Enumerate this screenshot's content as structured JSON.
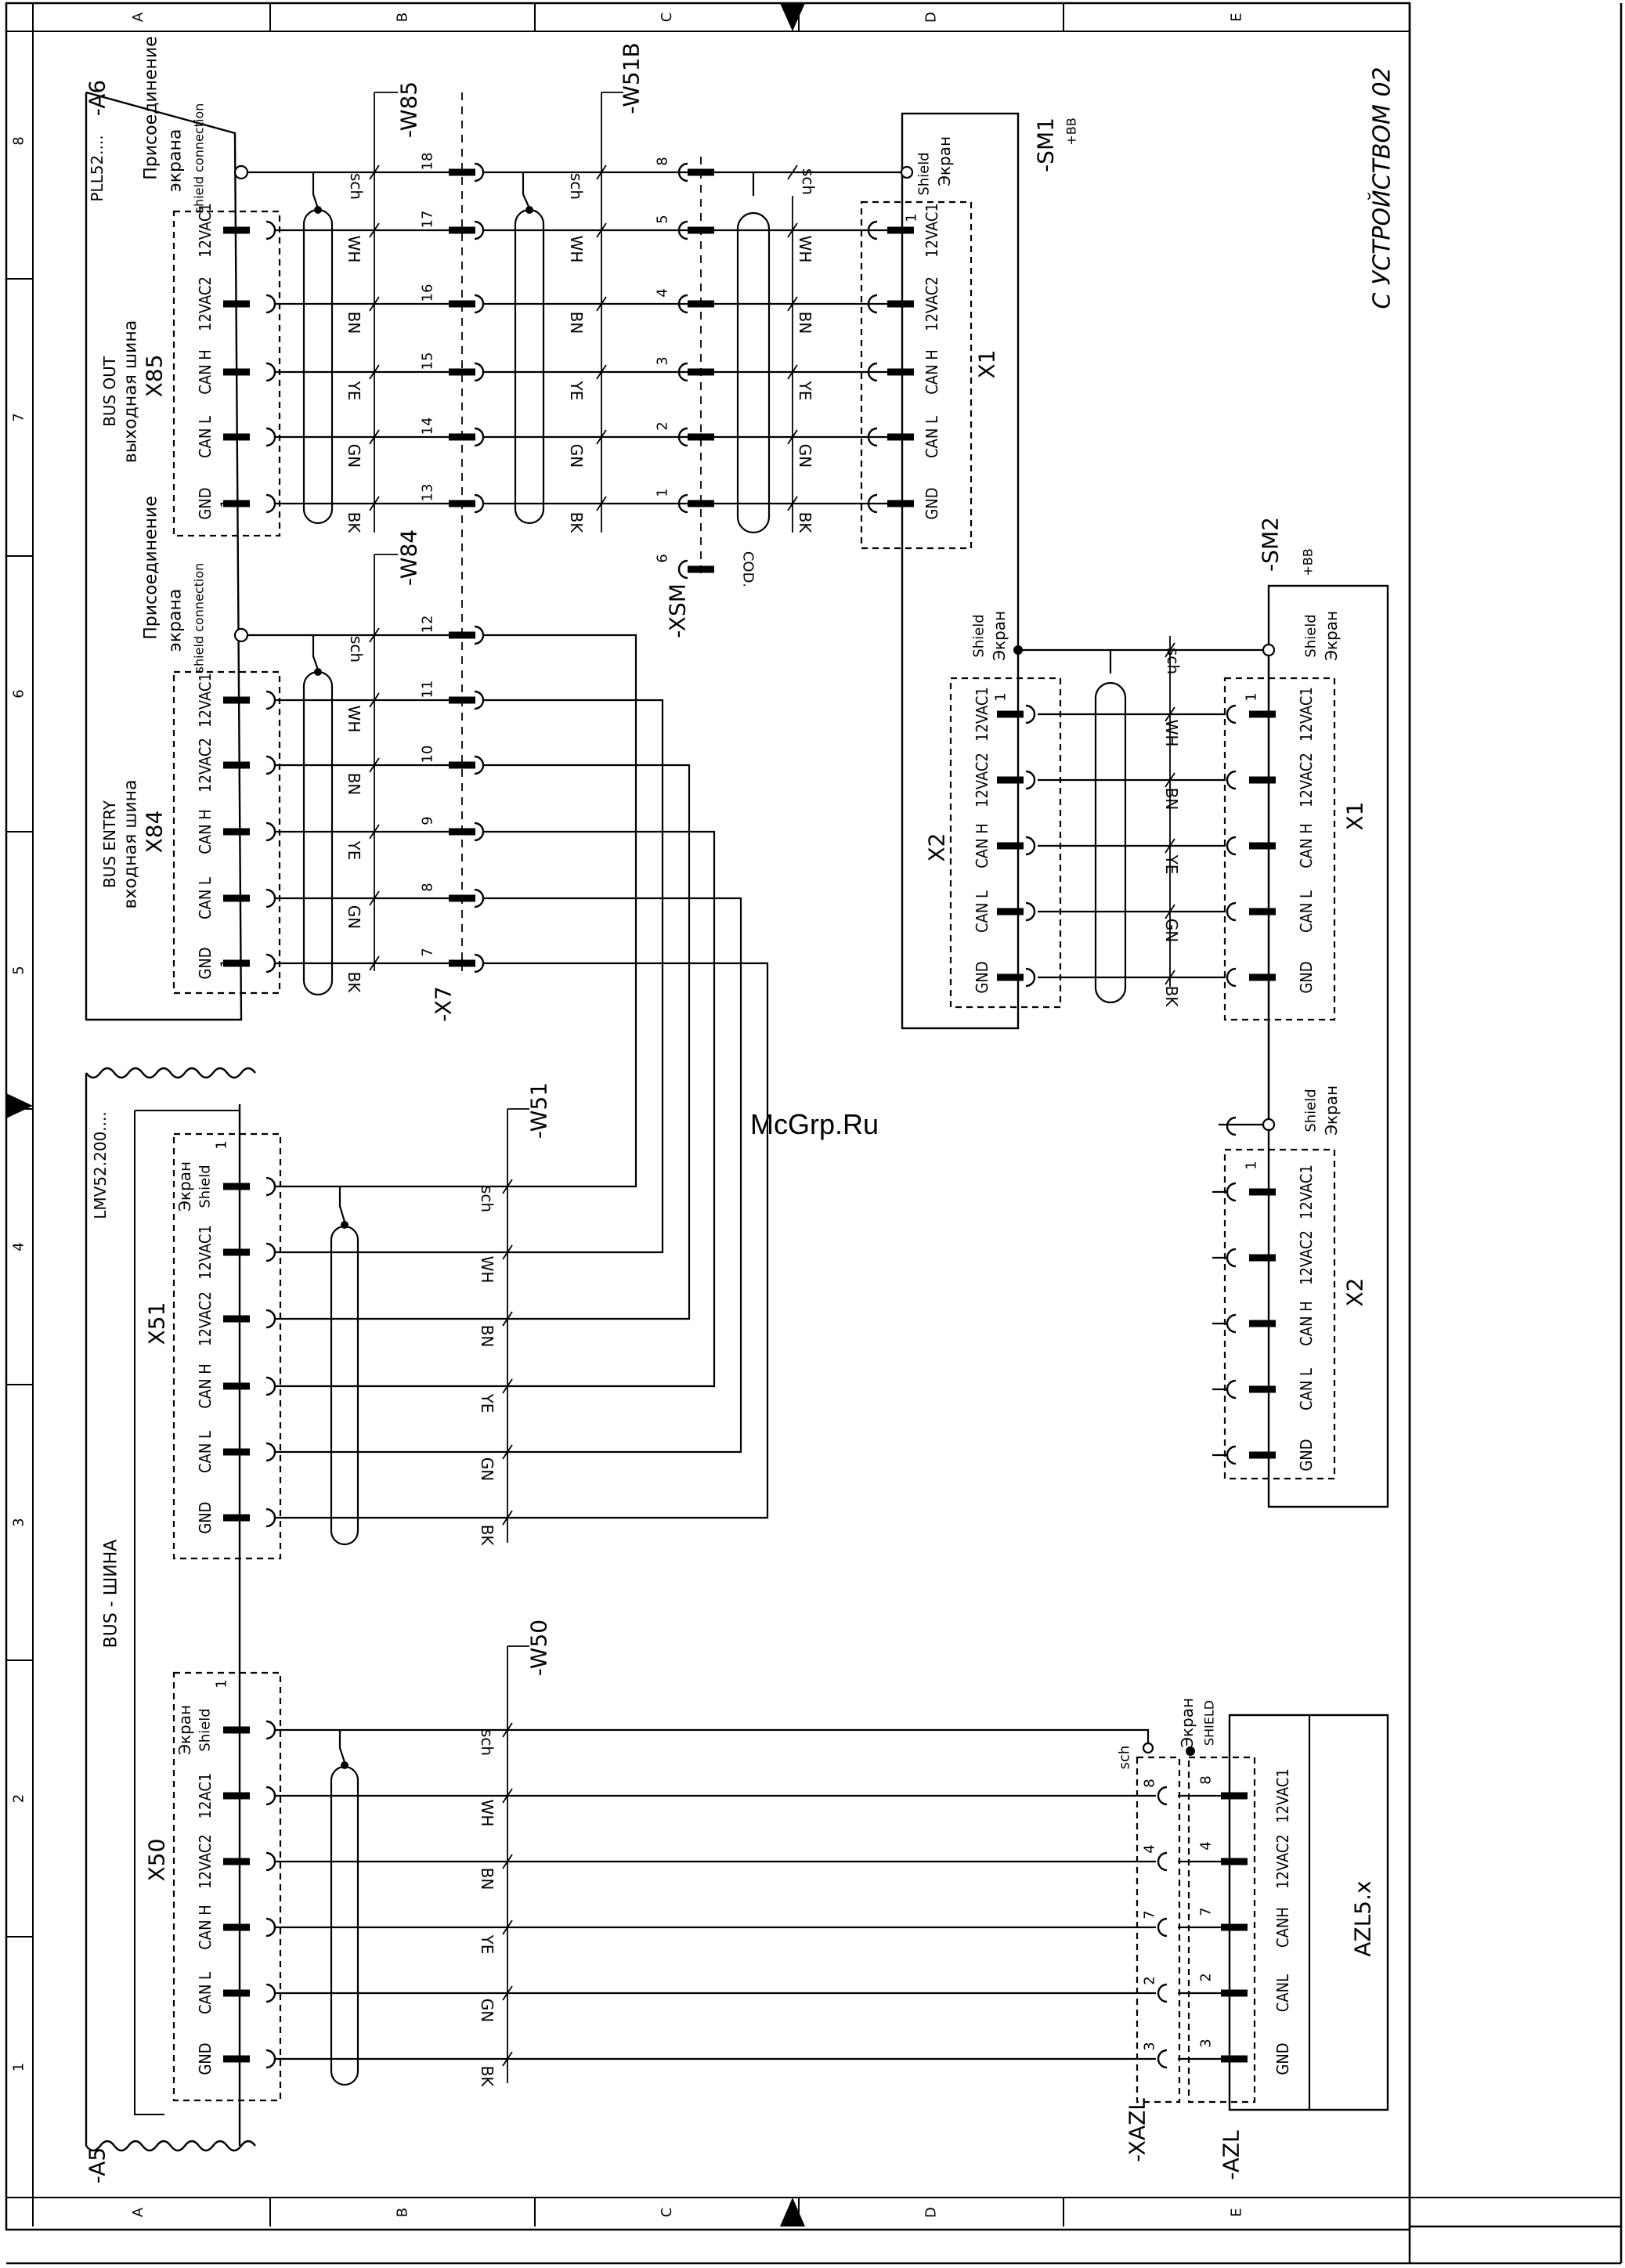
{
  "watermark": "McGrp.Ru",
  "title_note": "С УСТРОЙСТВОМ 02",
  "frame": {
    "columns": [
      "A",
      "B",
      "C",
      "D",
      "E"
    ],
    "rows": [
      "8",
      "7",
      "6",
      "5",
      "4",
      "3",
      "2",
      "1"
    ]
  },
  "devices": {
    "a6": {
      "tag": "-A6",
      "model": "PLL52....",
      "shield_ru": "Присоединение экрана",
      "shield_en": "shield connection"
    },
    "a5": {
      "tag": "-A5",
      "model": "LMV52.200....",
      "bus_label": "BUS - ШИНА"
    },
    "sm1": {
      "tag": "-SM1",
      "loc": "+BB"
    },
    "sm2": {
      "tag": "-SM2",
      "loc": "+BB"
    },
    "azl": {
      "tag": "-AZL",
      "model": "AZL5.x",
      "shield_ru": "Экран",
      "shield_en": "SHIELD"
    }
  },
  "connectors": {
    "x85": {
      "name": "X85",
      "ru": "выходная шина",
      "en": "BUS OUT",
      "pin1": "1",
      "pins": [
        "12VAC1",
        "12VAC2",
        "CAN H",
        "CAN L",
        "GND"
      ]
    },
    "x84": {
      "name": "X84",
      "ru": "входная шина",
      "en": "BUS ENTRY",
      "pin1": "1",
      "pins": [
        "12VAC1",
        "12VAC2",
        "CAN H",
        "CAN L",
        "GND"
      ]
    },
    "x51": {
      "name": "X51",
      "pin1": "1",
      "pins": [
        "Экран Shield",
        "12VAC1",
        "12VAC2",
        "CAN H",
        "CAN L",
        "GND"
      ]
    },
    "x50": {
      "name": "X50",
      "pin1": "1",
      "pins": [
        "Экран Shield",
        "12AC1",
        "12VAC2",
        "CAN H",
        "CAN L",
        "GND"
      ]
    },
    "sm1_x1": {
      "name": "X1",
      "pin1": "1",
      "shield": "Shield Экран",
      "pins": [
        "12VAC1",
        "12VAC2",
        "CAN H",
        "CAN L",
        "GND"
      ]
    },
    "sm1_x2": {
      "name": "X2",
      "pin1": "1",
      "shield": "Shield Экран",
      "pins": [
        "12VAC1",
        "12VAC2",
        "CAN H",
        "CAN L",
        "GND"
      ]
    },
    "sm2_x1": {
      "name": "X1",
      "pin1": "1",
      "shield": "Shield Экран",
      "pins": [
        "12VAC1",
        "12VAC2",
        "CAN H",
        "CAN L",
        "GND"
      ]
    },
    "sm2_x2": {
      "name": "X2",
      "pin1": "1",
      "shield": "Shield Экран",
      "pins": [
        "12VAC1",
        "12VAC2",
        "CAN H",
        "CAN L",
        "GND"
      ]
    },
    "azl": {
      "pins": [
        "12VAC1",
        "12VAC2",
        "CANH",
        "CANL",
        "GND"
      ],
      "pin_numbers": [
        "8",
        "4",
        "7",
        "2",
        "3"
      ]
    }
  },
  "terminals": {
    "x7": {
      "tag": "-X7",
      "pins": [
        "12",
        "11",
        "10",
        "9",
        "8",
        "7"
      ]
    },
    "x7b": {
      "pins": [
        "18",
        "17",
        "16",
        "15",
        "14",
        "13"
      ]
    },
    "xsm": {
      "tag": "-XSM",
      "pins": [
        "8",
        "5",
        "4",
        "3",
        "2",
        "1"
      ],
      "cod_pin": "6",
      "cod_label": "COD."
    },
    "xazl": {
      "tag": "-XAZL",
      "sch": "sch",
      "pins": [
        "8",
        "4",
        "7",
        "2",
        "3"
      ]
    }
  },
  "cables": {
    "w85": "-W85",
    "w51b": "-W51B",
    "w84": "-W84",
    "w51": "-W51",
    "w50": "-W50"
  },
  "wire_colors": [
    "sch",
    "WH",
    "BN",
    "YE",
    "GN",
    "BK"
  ]
}
